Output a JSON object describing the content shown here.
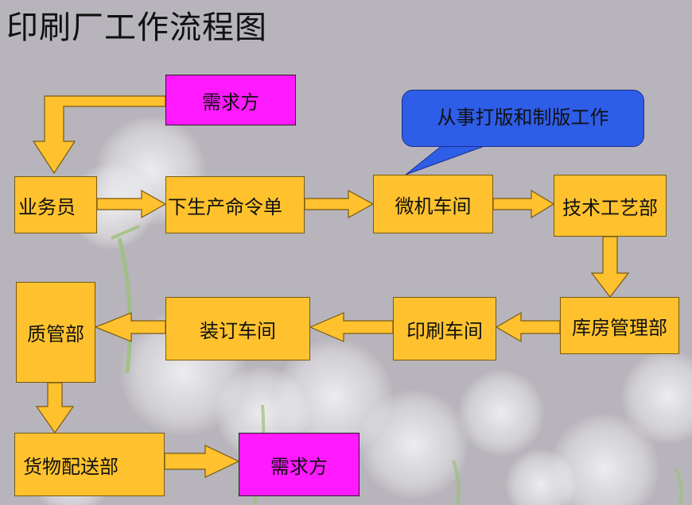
{
  "title": "印刷厂工作流程图",
  "callout": "从事打版和制版工作",
  "nodes": {
    "demand_top": "需求方",
    "salesman": "业务员",
    "production_order": "下生产命令单",
    "prepress_workshop": "微机车间",
    "tech_dept": "技术工艺部",
    "warehouse_dept": "库房管理部",
    "printing_workshop": "印刷车间",
    "binding_workshop": "装订车间",
    "qc_dept": "质管部",
    "delivery_dept": "货物配送部",
    "demand_bottom": "需求方"
  },
  "colors": {
    "process_box": "#ffc22e",
    "demand_box": "#ff1aff",
    "callout": "#2e5de8",
    "background": "#b7b4bb"
  }
}
